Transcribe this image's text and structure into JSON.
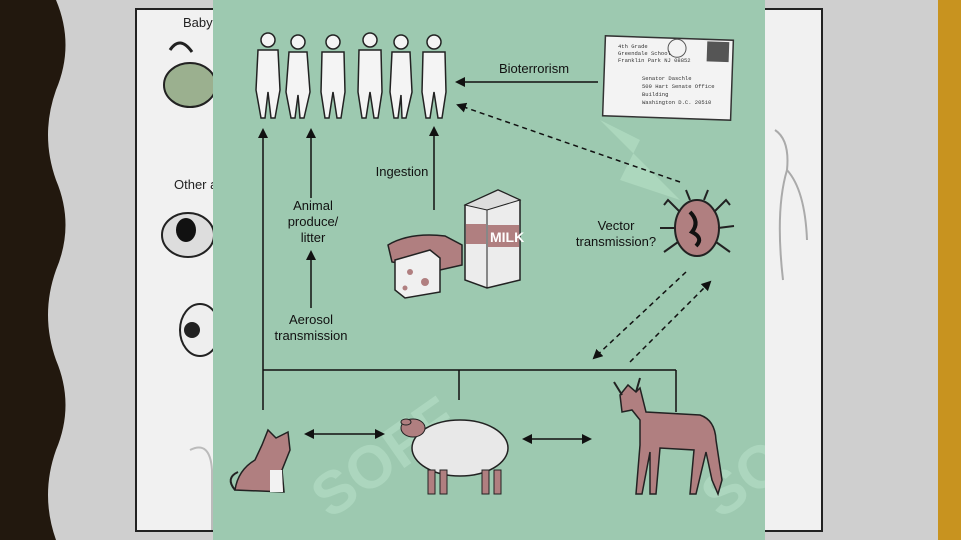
{
  "background": {
    "side_text_top": "Baby",
    "side_text_mid": "Other a"
  },
  "diagram": {
    "labels": {
      "bioterrorism": "Bioterrorism",
      "ingestion": "Ingestion",
      "animal_produce": "Animal\nproduce/\nlitter",
      "aerosol": "Aerosol\ntransmission",
      "vector": "Vector\ntransmission?"
    },
    "milk_text": "MILK",
    "envelope_lines": [
      "4th Grade",
      "Greendale School",
      "Franklin Park NJ 08852",
      "Senator Daschle",
      "509 Hart Senate Office",
      "Building",
      "Washington D.C. 20510"
    ]
  },
  "watermark": "SOFF",
  "colors": {
    "panel": "#9dc9b0",
    "animal": "#b07f80",
    "sheep_body": "#e8e8e8",
    "dark_edge": "#22180e",
    "gold_edge": "#c8931f"
  }
}
